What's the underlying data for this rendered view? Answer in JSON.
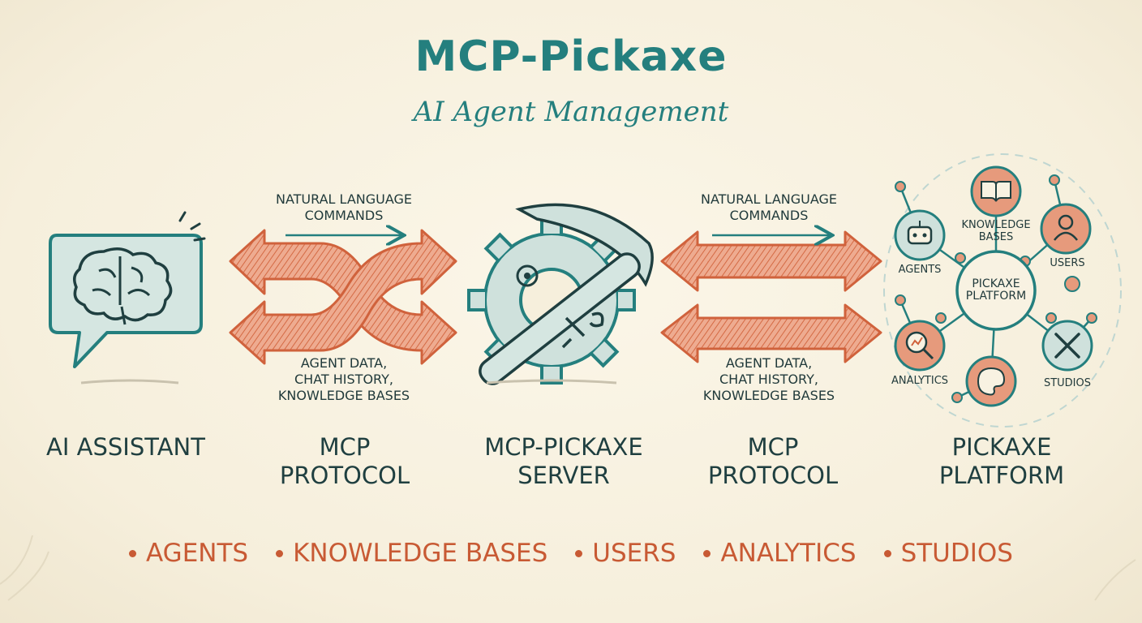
{
  "title": "MCP-Pickaxe",
  "subtitle": "AI Agent Management",
  "flows": {
    "left_top": "NATURAL LANGUAGE\nCOMMANDS",
    "left_bottom": "AGENT DATA,\nCHAT HISTORY,\nKNOWLEDGE BASES",
    "right_top": "NATURAL LANGUAGE\nCOMMANDS",
    "right_bottom": "AGENT DATA,\nCHAT HISTORY,\nKNOWLEDGE BASES"
  },
  "stages": [
    {
      "label": "AI ASSISTANT",
      "icon": "brain-speech-bubble-icon"
    },
    {
      "label": "MCP\nPROTOCOL",
      "icon": "crossed-arrows-icon"
    },
    {
      "label": "MCP-PICKAXE\nSERVER",
      "icon": "gear-pickaxe-icon"
    },
    {
      "label": "MCP\nPROTOCOL",
      "icon": "parallel-arrows-icon"
    },
    {
      "label": "PICKAXE\nPLATFORM",
      "icon": "network-hub-icon"
    }
  ],
  "platform": {
    "center": "PICKAXE\nPLATFORM",
    "nodes": [
      {
        "label": "KNOWLEDGE\nBASES",
        "icon": "book-icon"
      },
      {
        "label": "USERS",
        "icon": "user-icon"
      },
      {
        "label": "STUDIOS",
        "icon": "tools-icon"
      },
      {
        "label": "ANALYTICS",
        "icon": "magnifier-chart-icon"
      },
      {
        "label": "",
        "icon": "palette-icon"
      },
      {
        "label": "AGENTS",
        "icon": "robot-icon"
      }
    ]
  },
  "features": [
    "AGENTS",
    "KNOWLEDGE BASES",
    "USERS",
    "ANALYTICS",
    "STUDIOS"
  ],
  "colors": {
    "teal": "#247f7e",
    "orange": "#d0623c",
    "text": "#1f3f40",
    "background": "#f8f2e2"
  }
}
